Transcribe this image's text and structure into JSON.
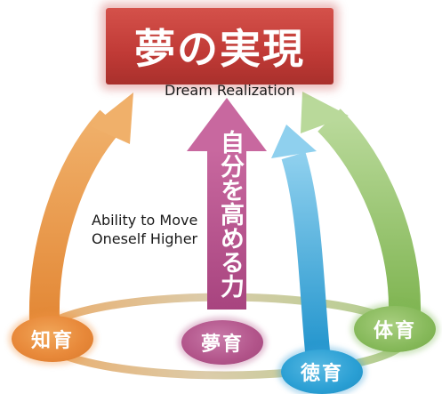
{
  "title": "夢の実現",
  "subtitle": "Dream Realization",
  "center_arrow_label": "自分を高める力",
  "center_caption_lines": [
    "Ability to Move",
    "Oneself Higher"
  ],
  "bubbles": {
    "chi": "知育",
    "yume": "夢育",
    "toku": "徳育",
    "tai": "体育"
  },
  "colors": {
    "title_red": "#c03a36",
    "orange": "#e8893a",
    "purple": "#b2548a",
    "blue": "#2a9fd4",
    "green": "#86b95a"
  }
}
